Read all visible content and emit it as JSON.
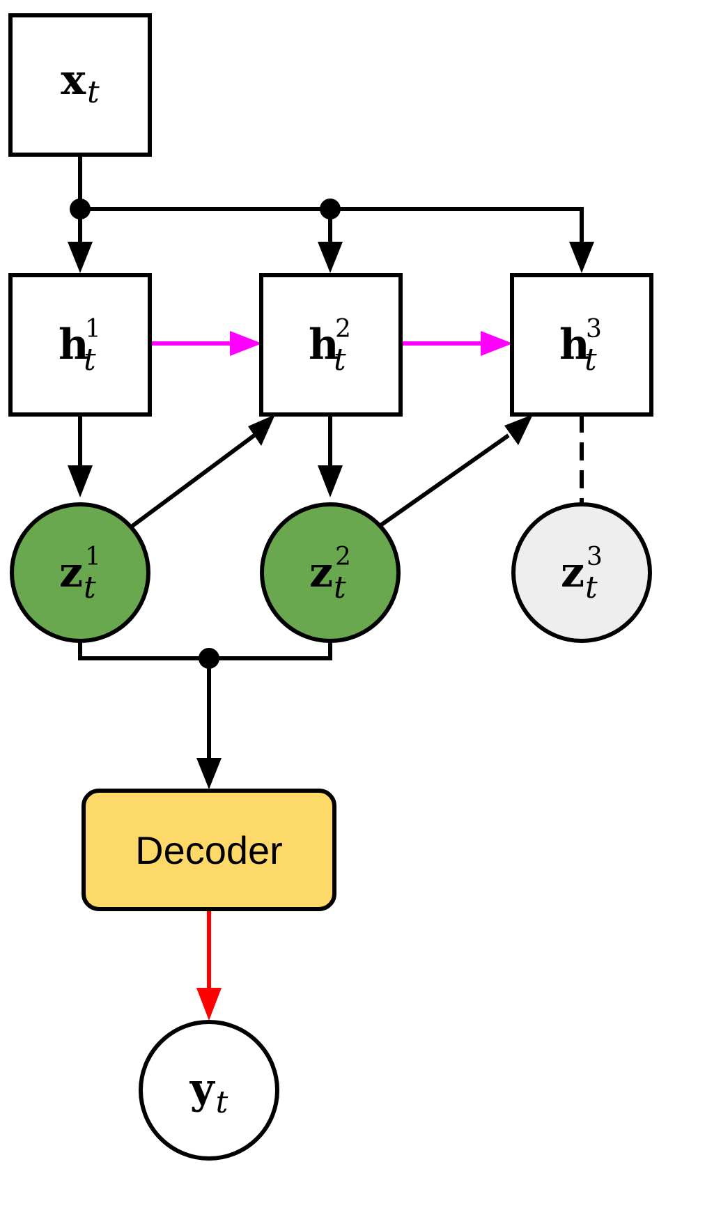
{
  "nodes": {
    "x": {
      "base": "x",
      "sub": "t",
      "sup": ""
    },
    "h1": {
      "base": "h",
      "sub": "t",
      "sup": "1"
    },
    "h2": {
      "base": "h",
      "sub": "t",
      "sup": "2"
    },
    "h3": {
      "base": "h",
      "sub": "t",
      "sup": "3"
    },
    "z1": {
      "base": "z",
      "sub": "t",
      "sup": "1"
    },
    "z2": {
      "base": "z",
      "sub": "t",
      "sup": "2"
    },
    "z3": {
      "base": "z",
      "sub": "t",
      "sup": "3"
    },
    "y": {
      "base": "y",
      "sub": "t",
      "sup": ""
    }
  },
  "decoder": {
    "label": "Decoder"
  },
  "colors": {
    "active_latent": "#6aa84f",
    "inactive_latent": "#eeeeee",
    "decoder_fill": "#fdd96a",
    "recurrent_arrow": "#ff00ff",
    "output_arrow": "#ff0000",
    "stroke": "#000000"
  }
}
